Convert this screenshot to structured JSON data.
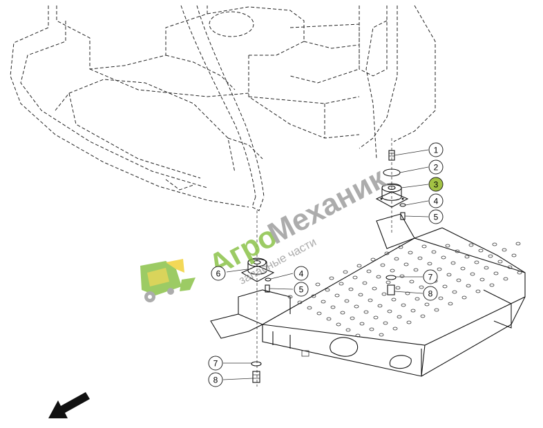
{
  "watermark": {
    "brand_prefix": "Агро",
    "brand_suffix": "Механик",
    "tagline": "запасные части",
    "colors": {
      "green": "#8bc34a",
      "gray": "#9e9e9e",
      "yellow": "#f2d23a"
    }
  },
  "callouts": [
    {
      "label": "1",
      "highlighted": false
    },
    {
      "label": "2",
      "highlighted": false
    },
    {
      "label": "3",
      "highlighted": true
    },
    {
      "label": "4",
      "highlighted": false
    },
    {
      "label": "5",
      "highlighted": false
    },
    {
      "label": "6",
      "highlighted": false
    },
    {
      "label": "4",
      "highlighted": false
    },
    {
      "label": "5",
      "highlighted": false
    },
    {
      "label": "7",
      "highlighted": false
    },
    {
      "label": "8",
      "highlighted": false
    },
    {
      "label": "7",
      "highlighted": false
    },
    {
      "label": "8",
      "highlighted": false
    }
  ],
  "highlight_color": "#a3c244",
  "direction_arrow": "arrow-down-left-icon"
}
